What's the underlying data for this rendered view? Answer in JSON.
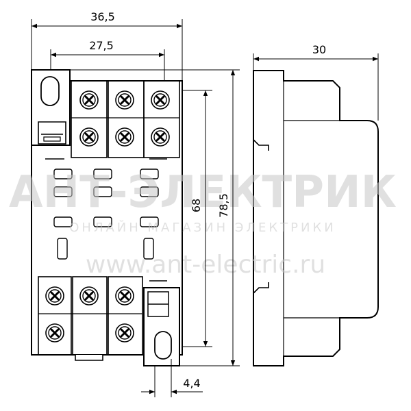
{
  "dimensions": {
    "overall_width": "36,5",
    "pin_pitch_span": "27,5",
    "side_depth": "30",
    "inner_height": "68",
    "overall_height": "78,5",
    "latch_offset": "4,4"
  },
  "watermark": {
    "brand": "АНТ-ЭЛЕКТРИК",
    "tagline": "ОНЛАЙН МАГАЗИН ЭЛЕКТРИКИ",
    "url": "www.ant-electric.ru"
  }
}
